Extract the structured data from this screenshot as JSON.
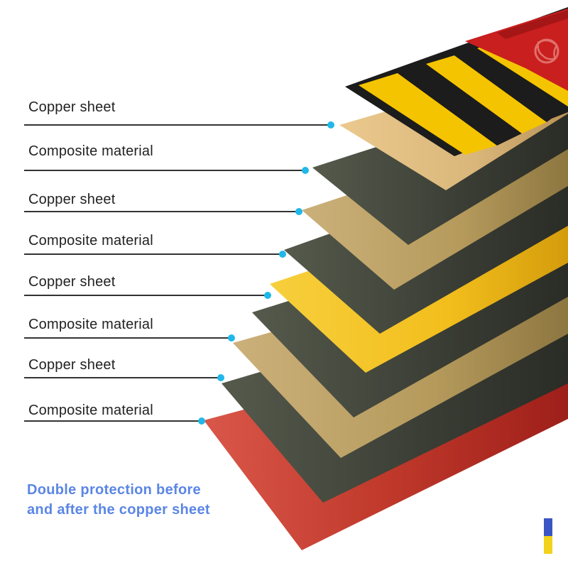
{
  "diagram": {
    "caption": {
      "line1": "Double protection before",
      "line2": "and after the copper sheet",
      "color": "#5b86e5"
    },
    "layers": [
      {
        "label": "Copper sheet"
      },
      {
        "label": "Composite material"
      },
      {
        "label": "Copper sheet"
      },
      {
        "label": "Composite material"
      },
      {
        "label": "Copper sheet"
      },
      {
        "label": "Composite material"
      },
      {
        "label": "Copper sheet"
      },
      {
        "label": "Composite material"
      }
    ],
    "colors": {
      "leader_dot": "#1fb8e8",
      "copper_light": "#d9b67a",
      "copper_tan": "#b59a5c",
      "copper_gold": "#f2be1c",
      "composite_dark": "#3a3d34",
      "red_base": "#c0392b",
      "top_red": "#c91f1f",
      "stripe_black": "#1c1c1c",
      "stripe_yellow": "#f5c400"
    }
  }
}
